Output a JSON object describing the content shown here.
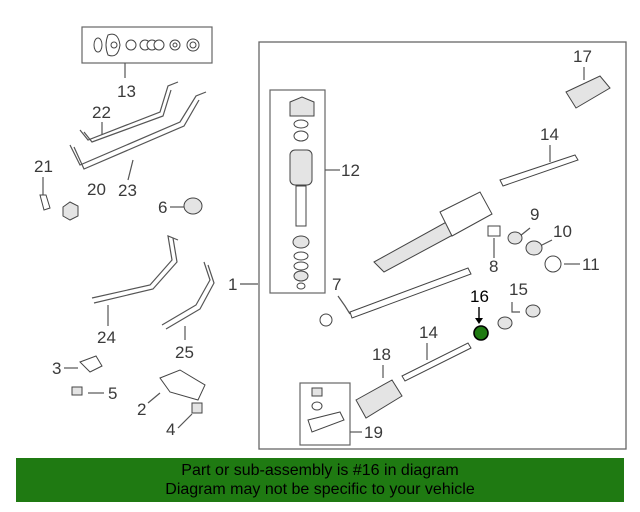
{
  "callouts": {
    "c1": "1",
    "c2": "2",
    "c3": "3",
    "c4": "4",
    "c5": "5",
    "c6": "6",
    "c7": "7",
    "c8": "8",
    "c9": "9",
    "c10": "10",
    "c11": "11",
    "c12": "12",
    "c13": "13",
    "c14a": "14",
    "c14b": "14",
    "c15": "15",
    "c16": "16",
    "c17": "17",
    "c18": "18",
    "c19": "19",
    "c20": "20",
    "c21": "21",
    "c22": "22",
    "c23": "23",
    "c24": "24",
    "c25": "25"
  },
  "highlight": {
    "part_number": "16",
    "color": "#1f7a12"
  },
  "banner": {
    "line1": "Part or sub-assembly is #16 in diagram",
    "line2": "Diagram may not be specific to your vehicle",
    "background": "#1f7a12"
  }
}
